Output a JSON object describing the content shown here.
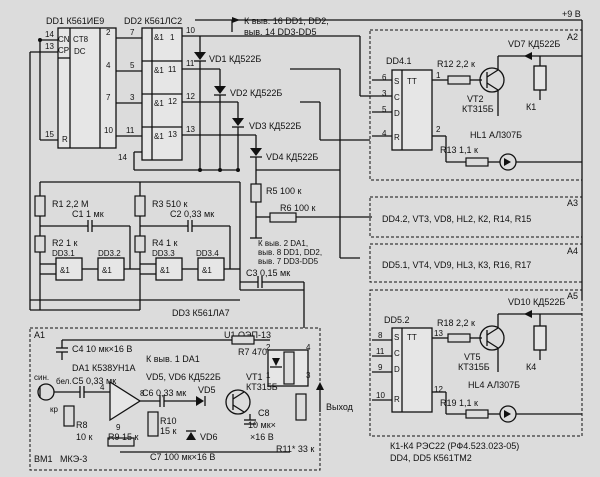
{
  "labels": {
    "dd1": "DD1 К561ИЕ9",
    "dd2": "DD2 К561ЛС2",
    "top_note1": "К выв. 16 DD1, DD2,",
    "top_note2": "выв. 14 DD3-DD5",
    "vcc": "+9 В",
    "ct8": "CT8",
    "cn": "CN",
    "cp": "CP",
    "dc": "DC",
    "r_pin": "R",
    "vd1": "VD1 КД522Б",
    "vd2": "VD2 КД522Б",
    "vd3": "VD3 КД522Б",
    "vd4": "VD4 КД522Б",
    "r5": "R5 100 к",
    "r6": "R6 100 к",
    "r1": "R1 2,2 М",
    "r3": "R3 510 к",
    "c1": "С1 1 мк",
    "c2": "С2 0,33 мк",
    "r2": "R2 1 к",
    "r4": "R4 1 к",
    "dd31": "DD3.1",
    "dd32": "DD3.2",
    "dd33": "DD3.3",
    "dd34": "DD3.4",
    "note_pwr1": "К выв. 2 DA1,",
    "note_pwr2": "выв. 8 DD1, DD2,",
    "note_pwr3": "выв. 7 DD3-DD5",
    "c3": "С3 0,15 мк",
    "dd3": "DD3 К561ЛА7",
    "a1": "A1",
    "a2": "A2",
    "a3": "A3",
    "a4": "A4",
    "a5": "A5",
    "dd41": "DD4.1",
    "dd52": "DD5.2",
    "r12": "R12 2,2 к",
    "vt2a": "VT2",
    "vt2b": "КТ315Б",
    "vd7": "VD7 КД522Б",
    "k1": "К1",
    "hl1": "HL1 АЛ307Б",
    "r13": "R13 1,1 к",
    "a3_row": "DD4.2, VT3, VD8, HL2, К2, R14, R15",
    "a4_row": "DD5.1, VT4, VD9, HL3, К3, R16, R17",
    "r18": "R18 2,2 к",
    "vt5a": "VT5",
    "vt5b": "КТ315Б",
    "vd10": "VD10 КД522Б",
    "k4": "К4",
    "hl4": "HL4 АЛ307Б",
    "r19": "R19 1,1 к",
    "u1": "U1 ОЭП-13",
    "c4": "С4 10 мк×16 В",
    "da1": "DA1 К538УН1А",
    "r7": "R7 470",
    "da1_note": "К выв. 1 DA1",
    "vd56": "VD5, VD6 КД522Б",
    "vt1a": "VT1",
    "vt1b": "КТ315Б",
    "c5": "С5 0,33 мк",
    "c6": "С6 0,33 мк",
    "vd5": "VD5",
    "vd6": "VD6",
    "c8": "С8",
    "c8v": "10 мк×",
    "c8v2": "×16 В",
    "r8": "R8",
    "r8v": "10 к",
    "r9": "R9 15 к",
    "r10": "R10",
    "r10v": "15 к",
    "c7": "С7 100 мк×16 В",
    "r11": "R11* 33 к",
    "output": "Выход",
    "sin": "син.",
    "bel": "бел.",
    "kr": "кр",
    "bm1": "ВМ1",
    "mke": "МКЭ-3",
    "footer1": "К1-К4 РЭС22 (РФ4.523.023-05)",
    "footer2": "DD4, DD5 К561ТМ2",
    "s": "S",
    "c": "C",
    "d": "D",
    "tt": "TT",
    "amp": "&1",
    "n1": "1",
    "n2": "2",
    "n3": "3",
    "n4": "4",
    "n5": "5",
    "n6": "6",
    "n7": "7",
    "n8": "8",
    "n9": "9",
    "n10": "10",
    "n11": "11",
    "n12": "12",
    "n13": "13",
    "n14": "14",
    "n15": "15"
  }
}
